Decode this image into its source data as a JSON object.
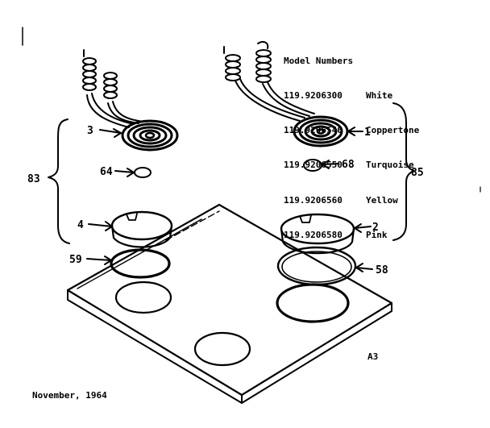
{
  "models": {
    "heading": "Model Numbers",
    "items": [
      {
        "number": "119.9206300",
        "color": "White"
      },
      {
        "number": "119.9206540",
        "color": "Coppertone"
      },
      {
        "number": "119.9206550",
        "color": "Turquoise"
      },
      {
        "number": "119.9206560",
        "color": "Yellow"
      },
      {
        "number": "119.9206580",
        "color": "Pink"
      }
    ]
  },
  "callouts": {
    "p1": "1",
    "p2": "2",
    "p3": "3",
    "p4": "4",
    "p58": "58",
    "p59": "59",
    "p64": "64",
    "p68": "68",
    "p83": "83",
    "p85": "85"
  },
  "footer": {
    "date": "November, 1964",
    "sheet": "A3"
  }
}
